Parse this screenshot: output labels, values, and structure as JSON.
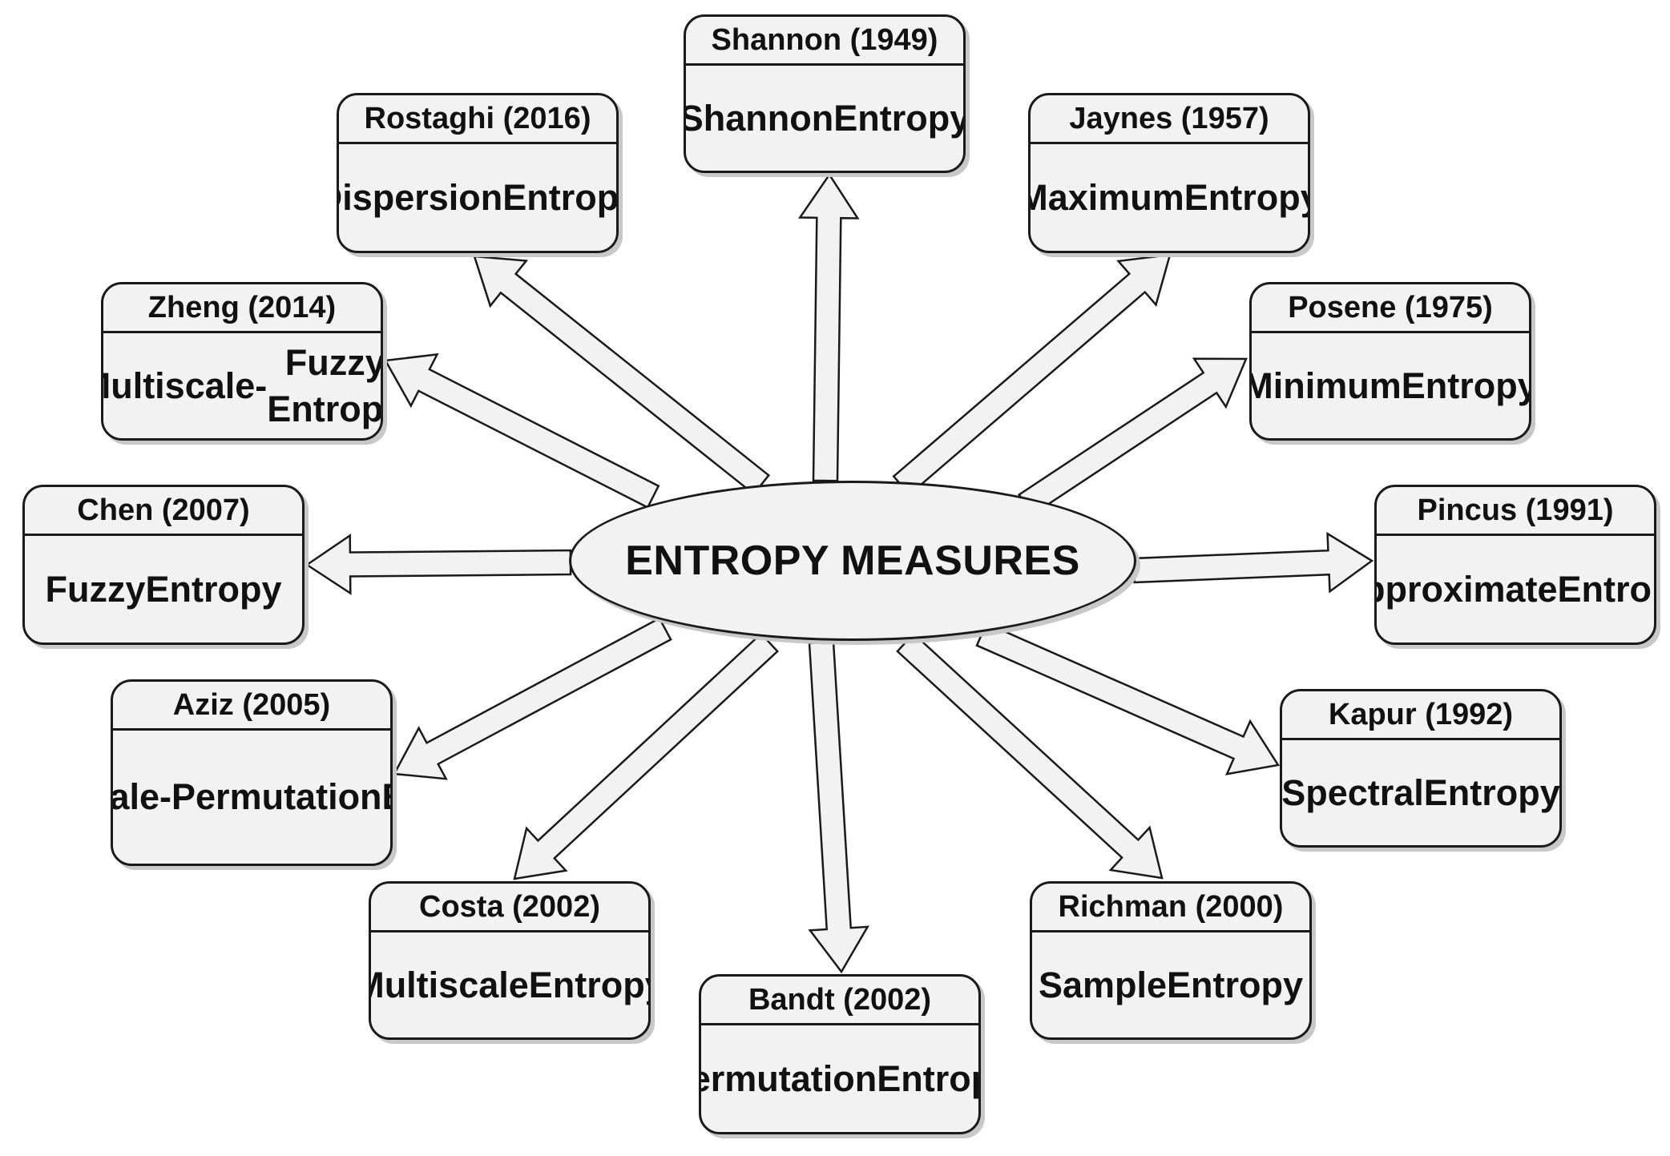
{
  "center": {
    "label": "ENTROPY MEASURES"
  },
  "nodes": [
    {
      "id": "shannon",
      "author": "Shannon (1949)",
      "name": [
        "Shannon",
        "Entropy"
      ]
    },
    {
      "id": "jaynes",
      "author": "Jaynes (1957)",
      "name": [
        "Maximum",
        "Entropy"
      ]
    },
    {
      "id": "posene",
      "author": "Posene (1975)",
      "name": [
        "Minimum",
        "Entropy"
      ]
    },
    {
      "id": "pincus",
      "author": "Pincus (1991)",
      "name": [
        "Approximate",
        "Entropy"
      ]
    },
    {
      "id": "kapur",
      "author": "Kapur (1992)",
      "name": [
        "Spectral",
        "Entropy"
      ]
    },
    {
      "id": "richman",
      "author": "Richman (2000)",
      "name": [
        "Sample",
        "Entropy"
      ]
    },
    {
      "id": "bandt",
      "author": "Bandt (2002)",
      "name": [
        "Permutation",
        "Entropy"
      ]
    },
    {
      "id": "costa",
      "author": "Costa (2002)",
      "name": [
        "Multiscale",
        "Entropy"
      ]
    },
    {
      "id": "aziz",
      "author": "Aziz (2005)",
      "name": [
        "Multiscale-",
        "Permutation",
        "Entropy"
      ]
    },
    {
      "id": "chen",
      "author": "Chen (2007)",
      "name": [
        "Fuzzy",
        "Entropy"
      ]
    },
    {
      "id": "zheng",
      "author": "Zheng (2014)",
      "name": [
        "Multiscale-",
        "Fuzzy Entropy"
      ]
    },
    {
      "id": "rostaghi",
      "author": "Rostaghi (2016)",
      "name": [
        "Dispersion",
        "Entropy"
      ]
    }
  ],
  "colors": {
    "box_fill": "#f2f2f2",
    "stroke": "#1a1a1a",
    "arrow_fill": "#f2f2f2"
  }
}
